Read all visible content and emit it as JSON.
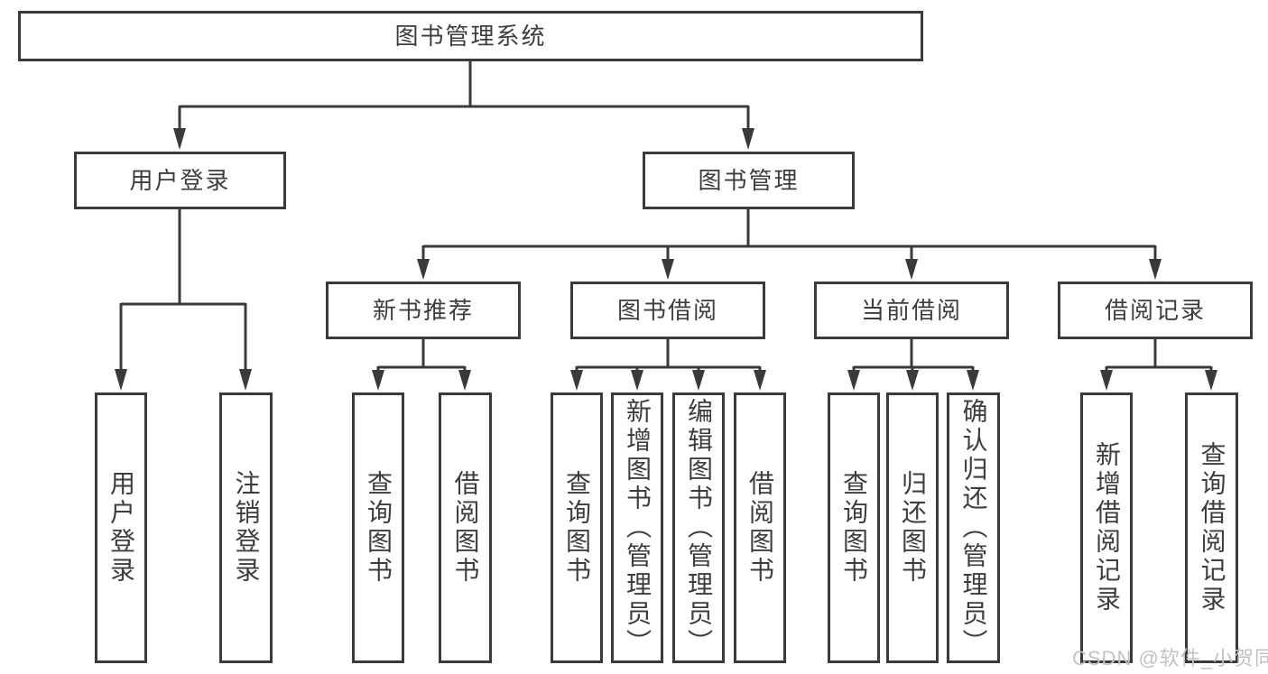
{
  "diagram": {
    "type": "hierarchy",
    "title": "图书管理系统"
  },
  "colors": {
    "line": "#3a3a3a",
    "text": "#3d3d3d",
    "watermark_text": "#c2c2c2",
    "background": "#ffffff"
  },
  "tree": {
    "label": "图书管理系统",
    "children": [
      {
        "label": "用户登录",
        "children": [
          {
            "label": "用户登录"
          },
          {
            "label": "注销登录"
          }
        ]
      },
      {
        "label": "图书管理",
        "children": [
          {
            "label": "新书推荐",
            "children": [
              {
                "label": "查询图书"
              },
              {
                "label": "借阅图书"
              }
            ]
          },
          {
            "label": "图书借阅",
            "children": [
              {
                "label": "查询图书"
              },
              {
                "label": "新增图书（管理员）"
              },
              {
                "label": "编辑图书（管理员）"
              },
              {
                "label": "借阅图书"
              }
            ]
          },
          {
            "label": "当前借阅",
            "children": [
              {
                "label": "查询图书"
              },
              {
                "label": "归还图书"
              },
              {
                "label": "确认归还（管理员）"
              }
            ]
          },
          {
            "label": "借阅记录",
            "children": [
              {
                "label": "新增借阅记录"
              },
              {
                "label": "查询借阅记录"
              }
            ]
          }
        ]
      }
    ]
  },
  "watermark": {
    "text": "CSDN @软件_小贺同学"
  }
}
